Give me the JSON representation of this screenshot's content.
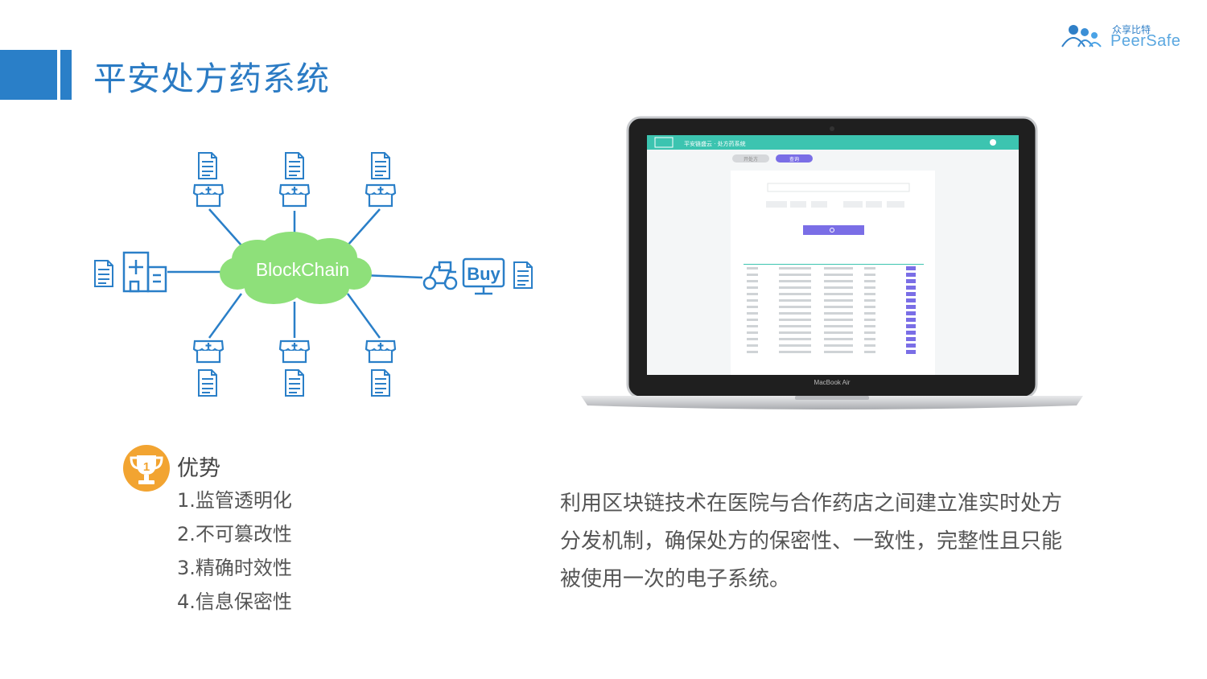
{
  "header": {
    "title": "平安处方药系统"
  },
  "logo": {
    "cn": "众享比特",
    "en": "PeerSafe"
  },
  "diagram": {
    "center_label": "BlockChain",
    "buy_label": "Buy"
  },
  "laptop": {
    "screen_title": "平安链盛云 · 处方药系统",
    "tab_left": "开处方",
    "tab_right": "查询",
    "brand": "MacBook Air"
  },
  "advantages": {
    "heading": "优势",
    "trophy_number": "1",
    "items": [
      "1.监管透明化",
      "2.不可篡改性",
      "3.精确时效性",
      "4.信息保密性"
    ]
  },
  "description": "利用区块链技术在医院与合作药店之间建立准实时处方分发机制，确保处方的保密性、一致性，完整性且只能被使用一次的电子系统。",
  "colors": {
    "accent_blue": "#2a7fc8",
    "cloud_green": "#8ee07a",
    "screen_teal": "#3cc4b0",
    "trophy_orange": "#f2a431"
  }
}
